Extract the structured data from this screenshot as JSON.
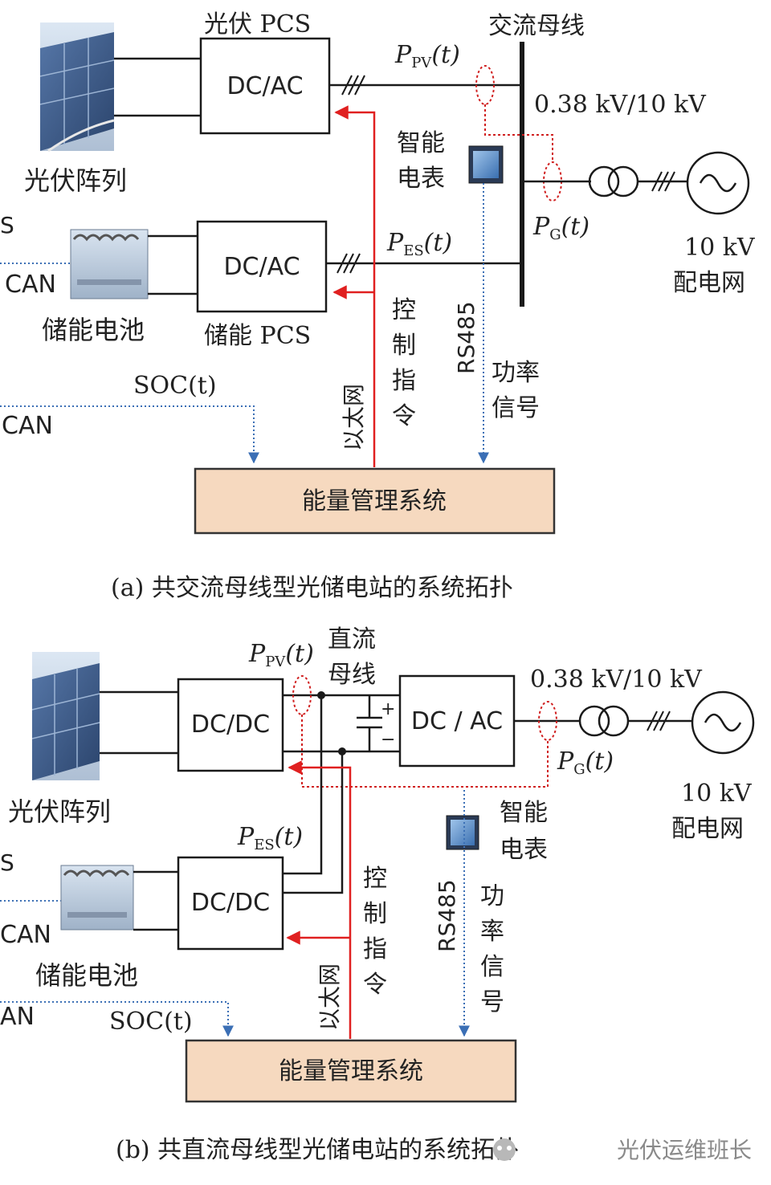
{
  "colors": {
    "line": "#1a1a1a",
    "control": "#e02020",
    "power_signal": "#3b6fb5",
    "meter_dotted": "#d02020",
    "ems_fill": "#f6d9bf",
    "ems_border": "#333333",
    "panel_blue": "#3b5a8a",
    "sky": "#c8d8ea"
  },
  "icons": [
    "solar-panel-icon",
    "battery-icon",
    "smart-meter-icon",
    "transformer-icon",
    "ac-source-icon",
    "capacitor-icon"
  ],
  "panel_a": {
    "pcs_pv_title": "光伏 PCS",
    "ac_bus_title": "交流母线",
    "pcs_pv_box": "DC/AC",
    "pcs_es_box": "DC/AC",
    "pcs_es_title": "储能 PCS",
    "pv_array": "光伏阵列",
    "battery": "储能电池",
    "voltage": "0.38 kV/10 kV",
    "ppv": {
      "main": "P",
      "sub": "PV",
      "tail": "(t)"
    },
    "pes": {
      "main": "P",
      "sub": "ES",
      "tail": "(t)"
    },
    "pg": {
      "main": "P",
      "sub": "G",
      "tail": "(t)"
    },
    "smart_meter": [
      "智能",
      "电表"
    ],
    "grid": [
      "10 kV",
      "配电网"
    ],
    "control_cmd": [
      "控",
      "制",
      "指",
      "令"
    ],
    "ethernet": "以太网",
    "rs485": "RS485",
    "power_signal": [
      "功率",
      "信号"
    ],
    "soc": "SOC(t)",
    "can1": "CAN",
    "can2": "CAN",
    "edge_s": "S",
    "ems": "能量管理系统",
    "caption": "(a) 共交流母线型光储电站的系统拓扑"
  },
  "panel_b": {
    "dc_bus_title": [
      "直流",
      "母线"
    ],
    "dcdc_pv_box": "DC/DC",
    "dcdc_es_box": "DC/DC",
    "dcac_box": "DC / AC",
    "pv_array": "光伏阵列",
    "battery": "储能电池",
    "voltage": "0.38 kV/10 kV",
    "ppv": {
      "main": "P",
      "sub": "PV",
      "tail": "(t)"
    },
    "pes": {
      "main": "P",
      "sub": "ES",
      "tail": "(t)"
    },
    "pg": {
      "main": "P",
      "sub": "G",
      "tail": "(t)"
    },
    "smart_meter": [
      "智能",
      "电表"
    ],
    "grid": [
      "10 kV",
      "配电网"
    ],
    "control_cmd": [
      "控",
      "制",
      "指",
      "令"
    ],
    "ethernet": "以太网",
    "rs485": "RS485",
    "power_signal": [
      "功",
      "率",
      "信",
      "号"
    ],
    "soc": "SOC(t)",
    "can1": "CAN",
    "can2": "AN",
    "edge_s": "S",
    "cap_plus": "+",
    "cap_minus": "−",
    "ems": "能量管理系统",
    "caption": "(b) 共直流母线型光储电站的系统拓扑"
  },
  "watermark": "光伏运维班长"
}
